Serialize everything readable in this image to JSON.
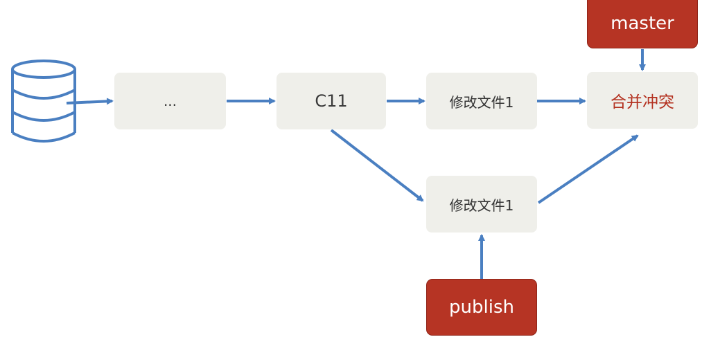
{
  "diagram": {
    "nodes": {
      "ellipsis": "...",
      "c11": "C11",
      "modify_top": "修改文件1",
      "modify_bottom": "修改文件1",
      "merge_conflict": "合并冲突"
    },
    "branches": {
      "master": "master",
      "publish": "publish"
    },
    "icons": {
      "repository": "database-icon"
    },
    "colors": {
      "arrow": "#4a7fc1",
      "node_fill": "#efefea",
      "branch_fill": "#b63424",
      "merge_text": "#b3301f",
      "icon_stroke": "#4a7fc1"
    }
  }
}
